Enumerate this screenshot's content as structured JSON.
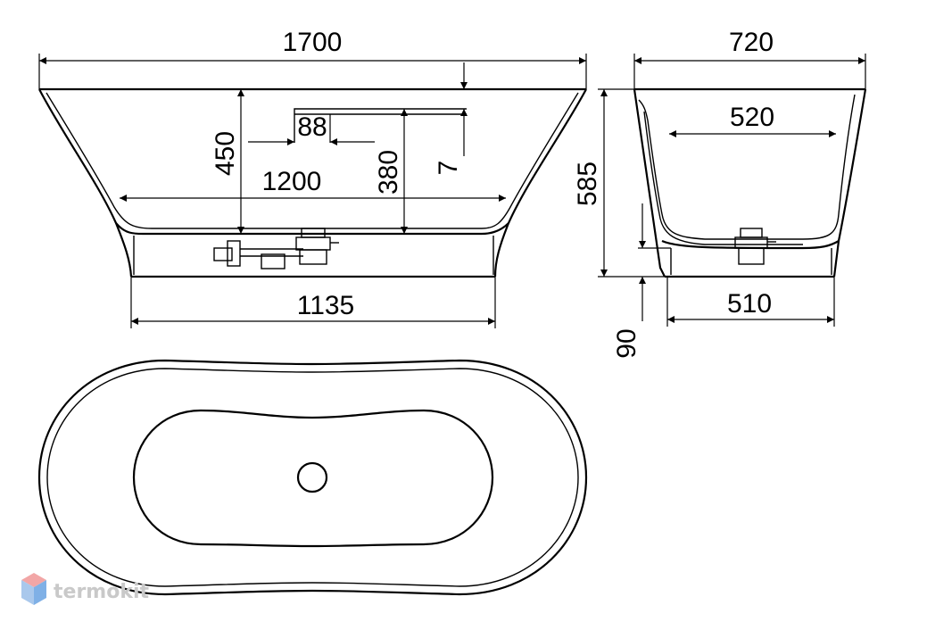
{
  "dimensions": {
    "overall_length": "1700",
    "rim_length": "1200",
    "base_length": "1135",
    "overall_height": "450",
    "inner_depth": "380",
    "overflow_offset": "88",
    "rim_offset": "7",
    "overall_width": "720",
    "inner_width": "520",
    "base_width": "510",
    "side_height": "585",
    "base_height": "90"
  },
  "watermark": {
    "text": "termokit",
    "colors": {
      "top": "#f2a6a6",
      "left": "#a9c8ec",
      "right": "#7fb0e6"
    }
  },
  "colors": {
    "line": "#000000",
    "background": "#ffffff"
  }
}
